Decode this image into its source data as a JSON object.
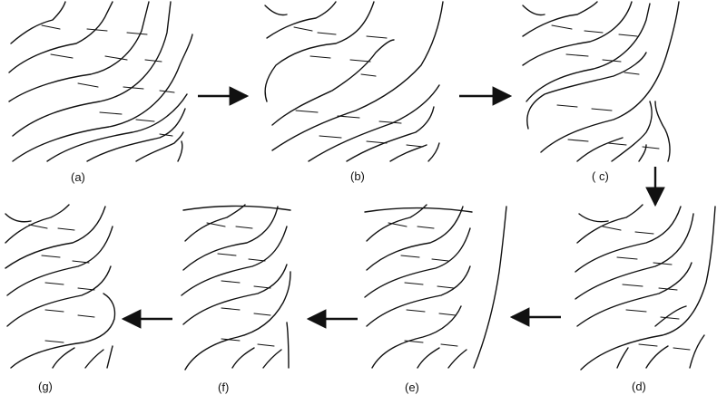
{
  "panels": [
    {
      "key": "a",
      "label": "(a)"
    },
    {
      "key": "b",
      "label": "(b)"
    },
    {
      "key": "c",
      "label": "( c)"
    },
    {
      "key": "d",
      "label": "(d)"
    },
    {
      "key": "e",
      "label": "(e)"
    },
    {
      "key": "f",
      "label": "(f)"
    },
    {
      "key": "g",
      "label": "(g)"
    }
  ],
  "arrows": [
    {
      "from": "a",
      "to": "b",
      "direction": "right"
    },
    {
      "from": "b",
      "to": "c",
      "direction": "right"
    },
    {
      "from": "c",
      "to": "d",
      "direction": "down"
    },
    {
      "from": "d",
      "to": "e",
      "direction": "left"
    },
    {
      "from": "e",
      "to": "f",
      "direction": "left"
    },
    {
      "from": "f",
      "to": "g",
      "direction": "left"
    }
  ],
  "colors": {
    "ink": "#111111",
    "background": "#ffffff"
  }
}
